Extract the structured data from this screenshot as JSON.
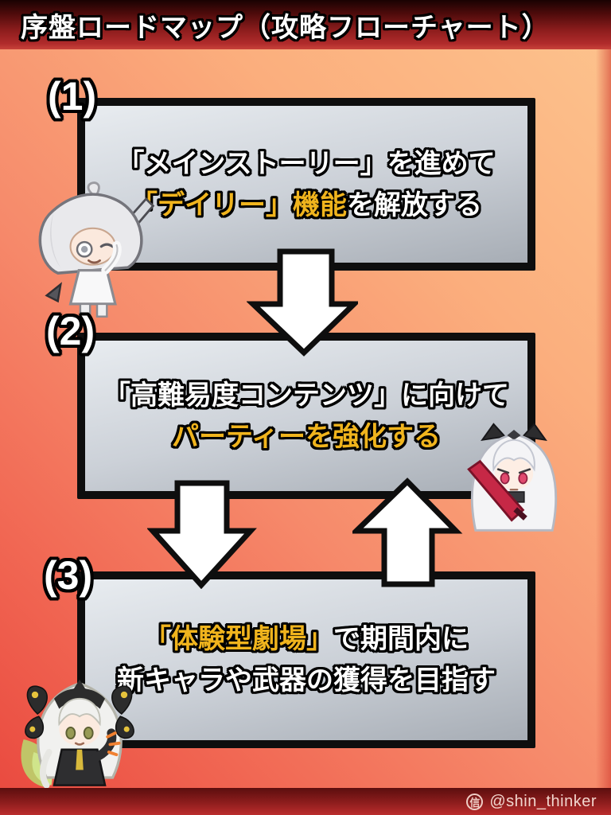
{
  "title": "序盤ロードマップ（攻略フローチャート）",
  "steps": [
    {
      "number": "(1)",
      "lines": [
        {
          "segments": [
            {
              "text": "「メインストーリー」を進めて",
              "accent": false
            }
          ]
        },
        {
          "segments": [
            {
              "text": "「デイリー」機能",
              "accent": true
            },
            {
              "text": "を解放する",
              "accent": false
            }
          ]
        }
      ]
    },
    {
      "number": "(2)",
      "lines": [
        {
          "segments": [
            {
              "text": "「高難易度コンテンツ」に向けて",
              "accent": false
            }
          ]
        },
        {
          "segments": [
            {
              "text": "パーティーを強化する",
              "accent": true
            }
          ]
        }
      ]
    },
    {
      "number": "(3)",
      "lines": [
        {
          "segments": [
            {
              "text": "「体験型劇場」",
              "accent": true
            },
            {
              "text": "で期間内に",
              "accent": false
            }
          ]
        },
        {
          "segments": [
            {
              "text": "新キャラや武器の獲得を目指す",
              "accent": false
            }
          ]
        }
      ]
    }
  ],
  "arrows": [
    {
      "name": "arrow-down-1",
      "direction": "down"
    },
    {
      "name": "arrow-down-2",
      "direction": "down"
    },
    {
      "name": "arrow-up-1",
      "direction": "up"
    }
  ],
  "characters": [
    {
      "name": "white-haired-chibi-with-sword"
    },
    {
      "name": "dark-horned-chibi-with-red-sword"
    },
    {
      "name": "butterfly-ribbon-chibi-waving"
    }
  ],
  "footer": {
    "badge_glyph": "信",
    "handle": "@shin_thinker"
  },
  "colors": {
    "accent_yellow": "#f0b41d",
    "box_border": "#0e0e0e",
    "box_fill_top": "#e8ecf0",
    "box_fill_bottom": "#a7adb5",
    "background_top_right": "#fdc48e",
    "background_bottom_left": "#e9483e",
    "titlebar_red": "#b02b2b",
    "footer_red": "#bb2d2d",
    "arrow_fill": "#ffffff"
  }
}
